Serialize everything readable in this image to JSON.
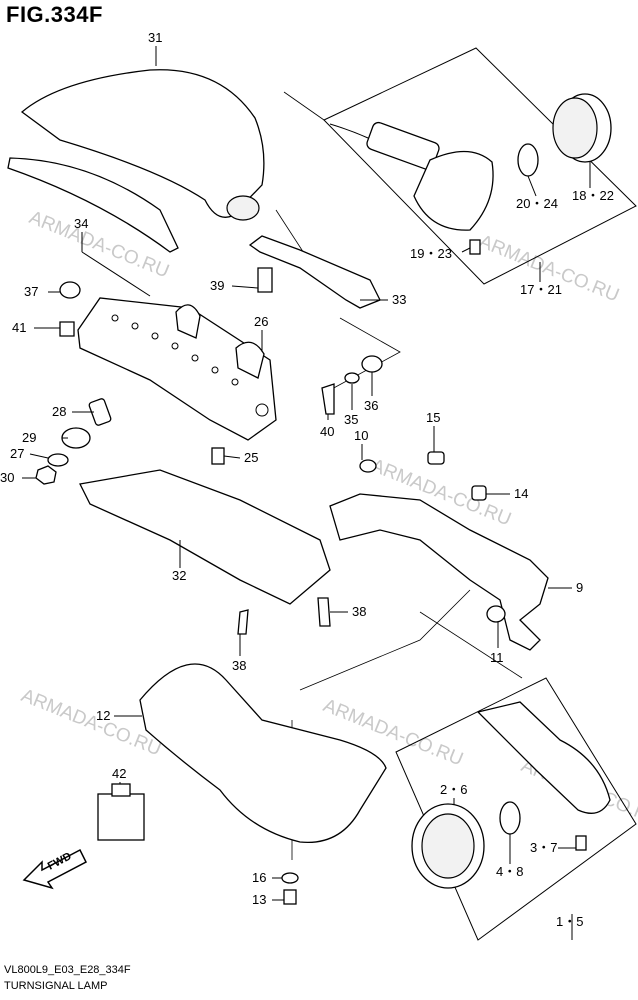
{
  "title": "FIG.334F",
  "footer": {
    "code": "VL800L9_E03_E28_334F",
    "name": "TURNSIGNAL LAMP"
  },
  "watermarks": [
    "ARMADA-CO.RU",
    "ARMADA-CO.RU",
    "ARMADA-CO.RU",
    "ARMADA-CO.RU",
    "ARMADA-CO.RU",
    "ARMADA-CO.RU"
  ],
  "fwd_label": "FWD",
  "callouts": [
    {
      "id": "31",
      "text": "31"
    },
    {
      "id": "34",
      "text": "34"
    },
    {
      "id": "37",
      "text": "37"
    },
    {
      "id": "41",
      "text": "41"
    },
    {
      "id": "39",
      "text": "39"
    },
    {
      "id": "26",
      "text": "26"
    },
    {
      "id": "33",
      "text": "33"
    },
    {
      "id": "28",
      "text": "28"
    },
    {
      "id": "29",
      "text": "29"
    },
    {
      "id": "27",
      "text": "27"
    },
    {
      "id": "30",
      "text": "30"
    },
    {
      "id": "25",
      "text": "25"
    },
    {
      "id": "40",
      "text": "40"
    },
    {
      "id": "35",
      "text": "35"
    },
    {
      "id": "36",
      "text": "36"
    },
    {
      "id": "10",
      "text": "10"
    },
    {
      "id": "15",
      "text": "15"
    },
    {
      "id": "14",
      "text": "14"
    },
    {
      "id": "9",
      "text": "9"
    },
    {
      "id": "11",
      "text": "11"
    },
    {
      "id": "32",
      "text": "32"
    },
    {
      "id": "38a",
      "text": "38"
    },
    {
      "id": "38b",
      "text": "38"
    },
    {
      "id": "12",
      "text": "12"
    },
    {
      "id": "42",
      "text": "42"
    },
    {
      "id": "16",
      "text": "16"
    },
    {
      "id": "13",
      "text": "13"
    },
    {
      "id": "2-6",
      "text": "2・6"
    },
    {
      "id": "3-7",
      "text": "3・7"
    },
    {
      "id": "4-8",
      "text": "4・8"
    },
    {
      "id": "1-5",
      "text": "1・5"
    },
    {
      "id": "20-24",
      "text": "20・24"
    },
    {
      "id": "18-22",
      "text": "18・22"
    },
    {
      "id": "19-23",
      "text": "19・23"
    },
    {
      "id": "17-21",
      "text": "17・21"
    }
  ]
}
